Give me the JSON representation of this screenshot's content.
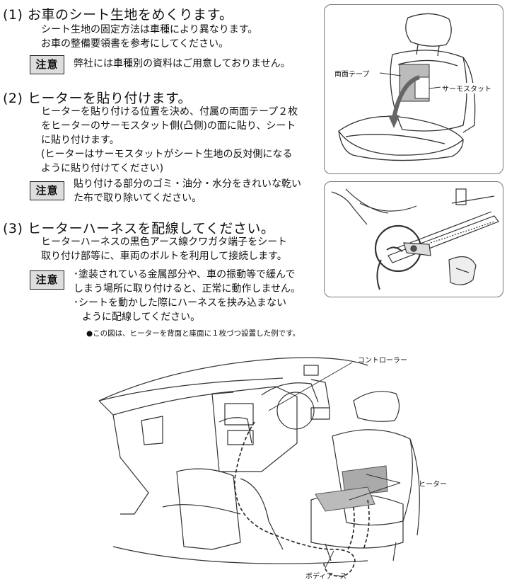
{
  "step1": {
    "heading": "(1) お車のシート生地をめくります。",
    "lines": [
      "シート生地の固定方法は車種により異なります。",
      "お車の整備要領書を参考にしてください。"
    ],
    "note_label": "注意",
    "note_text": "弊社には車種別の資料はご用意しておりません。"
  },
  "step2": {
    "heading": "(2) ヒーターを貼り付けます。",
    "lines": [
      "ヒーターを貼り付ける位置を決め、付属の両面テープ２枚",
      "をヒーターのサーモスタット側(凸側)の面に貼り、シート",
      "に貼り付けます。",
      "(ヒーターはサーモスタットがシート生地の反対側になる",
      "ように貼り付けてください)"
    ],
    "note_label": "注意",
    "note_lines": [
      "貼り付ける部分のゴミ・油分・水分をきれいな乾い",
      "た布で取り除いてください。"
    ]
  },
  "step3": {
    "heading": "(3) ヒーターハーネスを配線してください。",
    "lines": [
      "ヒーターハーネスの黒色アース線クワガタ端子をシート",
      "取り付け部等に、車両のボルトを利用して接続します。"
    ],
    "note_label": "注意",
    "note_lines": [
      "･塗装されている金属部分や、車の振動等で緩んで",
      "しまう場所に取り付けると、正常に動作しません。",
      "･シートを動かした際にハーネスを挟み込まない",
      "ように配線してください。"
    ]
  },
  "figure1": {
    "label_tape": "両面テープ",
    "label_thermo": "サーモスタット"
  },
  "figure3": {
    "caption": "●この図は、ヒーターを背面と座面に１枚づつ設置した例です。",
    "label_controller": "コントローラー",
    "label_heater": "ヒーター",
    "label_ground": "ボディアース"
  }
}
